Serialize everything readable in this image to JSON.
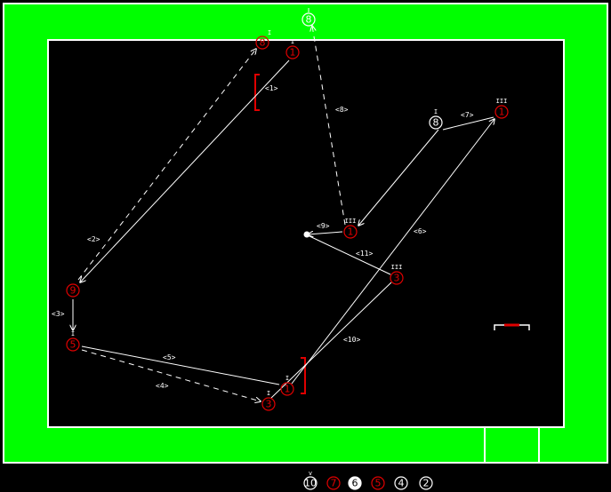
{
  "colors": {
    "field": "#00ff00",
    "court": "#000000",
    "line": "#ffffff",
    "red_player": "#e00000",
    "white_player": "#ffffff"
  },
  "players": [
    {
      "id": "p-top-8-white",
      "num": "8",
      "color": "white",
      "tick": ""
    },
    {
      "id": "p-8-red-top",
      "num": "8",
      "color": "red",
      "tick": "I"
    },
    {
      "id": "p-1-red-top",
      "num": "1",
      "color": "red",
      "tick": "I"
    },
    {
      "id": "p-8-white-right",
      "num": "8",
      "color": "white",
      "tick": "I"
    },
    {
      "id": "p-1-red-right",
      "num": "1",
      "color": "red",
      "tick": "III"
    },
    {
      "id": "p-1-red-center",
      "num": "1",
      "color": "red",
      "tick": "III"
    },
    {
      "id": "p-3-red-mid",
      "num": "3",
      "color": "red",
      "tick": "III"
    },
    {
      "id": "p-9-red-left",
      "num": "9",
      "color": "red",
      "tick": ""
    },
    {
      "id": "p-5-red-left",
      "num": "5",
      "color": "red",
      "tick": "I"
    },
    {
      "id": "p-3-red-bottom",
      "num": "3",
      "color": "red",
      "tick": "I"
    },
    {
      "id": "p-1-red-bottom",
      "num": "1",
      "color": "red",
      "tick": "I"
    }
  ],
  "edge_labels": [
    "<1>",
    "<2>",
    "<3>",
    "<4>",
    "<5>",
    "<6>",
    "<7>",
    "<8>",
    "<9>",
    "<10>",
    "<11>"
  ],
  "bench": [
    {
      "num": "10",
      "color": "white"
    },
    {
      "num": "7",
      "color": "red"
    },
    {
      "num": "6",
      "color": "white"
    },
    {
      "num": "5",
      "color": "red"
    },
    {
      "num": "4",
      "color": "white"
    },
    {
      "num": "2",
      "color": "white"
    }
  ],
  "bench_marker": "v"
}
